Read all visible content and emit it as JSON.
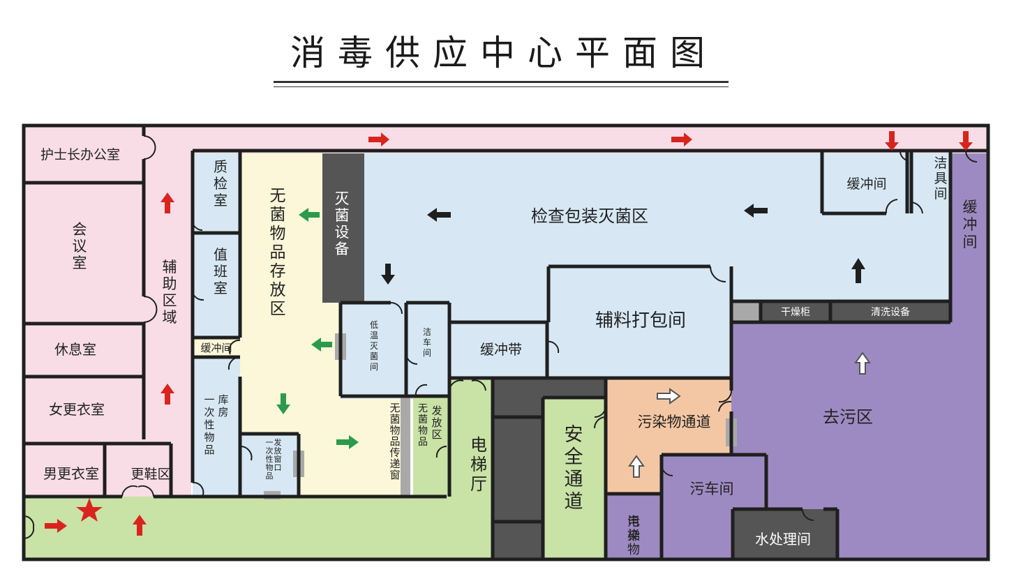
{
  "title": "消毒供应中心平面图",
  "colors": {
    "pink": "#f8dde6",
    "lightBlue": "#d7e8f4",
    "cream": "#fbf7d8",
    "green": "#c9e2a6",
    "purple": "#9e8ac2",
    "peach": "#f4c7a4",
    "darkGray": "#555555",
    "red": "#d9241e",
    "arrowGreen": "#2c9a4c",
    "wall": "#1f1f1f"
  },
  "rooms": {
    "nurse_office": "护士长办公室",
    "meeting": "会议室",
    "rest": "休息室",
    "female_locker": "女更衣室",
    "male_locker": "男更衣室",
    "shoe_area": "更鞋区",
    "aux_area": "辅助区域",
    "qc_room": "质检室",
    "duty_room": "值班室",
    "buffer_small": "缓冲间",
    "disposable_store": "一次性物品库房",
    "disposable_window": "一次性物品发放窗口",
    "sterile_store": "无菌物品存放区",
    "sterilizer": "灭菌设备",
    "low_temp": "低温灭菌间",
    "cart_room": "洁车间",
    "sterile_window": "无菌物品传递窗",
    "dispense": "发放区",
    "inspect_pack": "检查包装灭菌区",
    "buffer_top": "缓冲间",
    "cleaning_tools": "洁具间",
    "buffer_right": "缓冲间",
    "material_pack": "辅料打包间",
    "buffer_belt": "缓冲带",
    "dry_cabinet": "干燥柜",
    "wash_equip": "清洗设备",
    "elevator_hall": "电梯厅",
    "safety_passage": "安全通道",
    "dirty_passage": "污染物通道",
    "decon": "去污区",
    "dirty_cart": "污车间",
    "dirty_elevator": "污染物电梯",
    "water_treat": "水处理间"
  }
}
